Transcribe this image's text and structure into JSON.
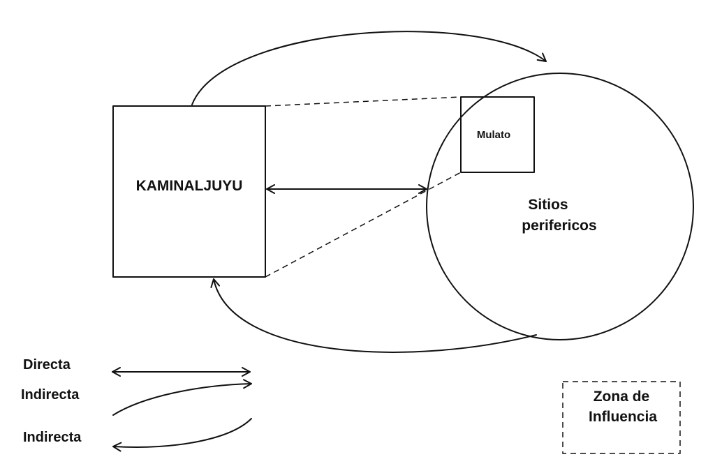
{
  "diagram": {
    "main_site_label": "KAMINALJUYU",
    "sub_site_label": "Mulato",
    "peripheral_label_line1": "Sitios",
    "peripheral_label_line2": "perifericos",
    "zone_label_line1": "Zona de",
    "zone_label_line2": "Influencia"
  },
  "legend": {
    "direct_label": "Directa",
    "indirect_label_1": "Indirecta",
    "indirect_label_2": "Indirecta"
  }
}
